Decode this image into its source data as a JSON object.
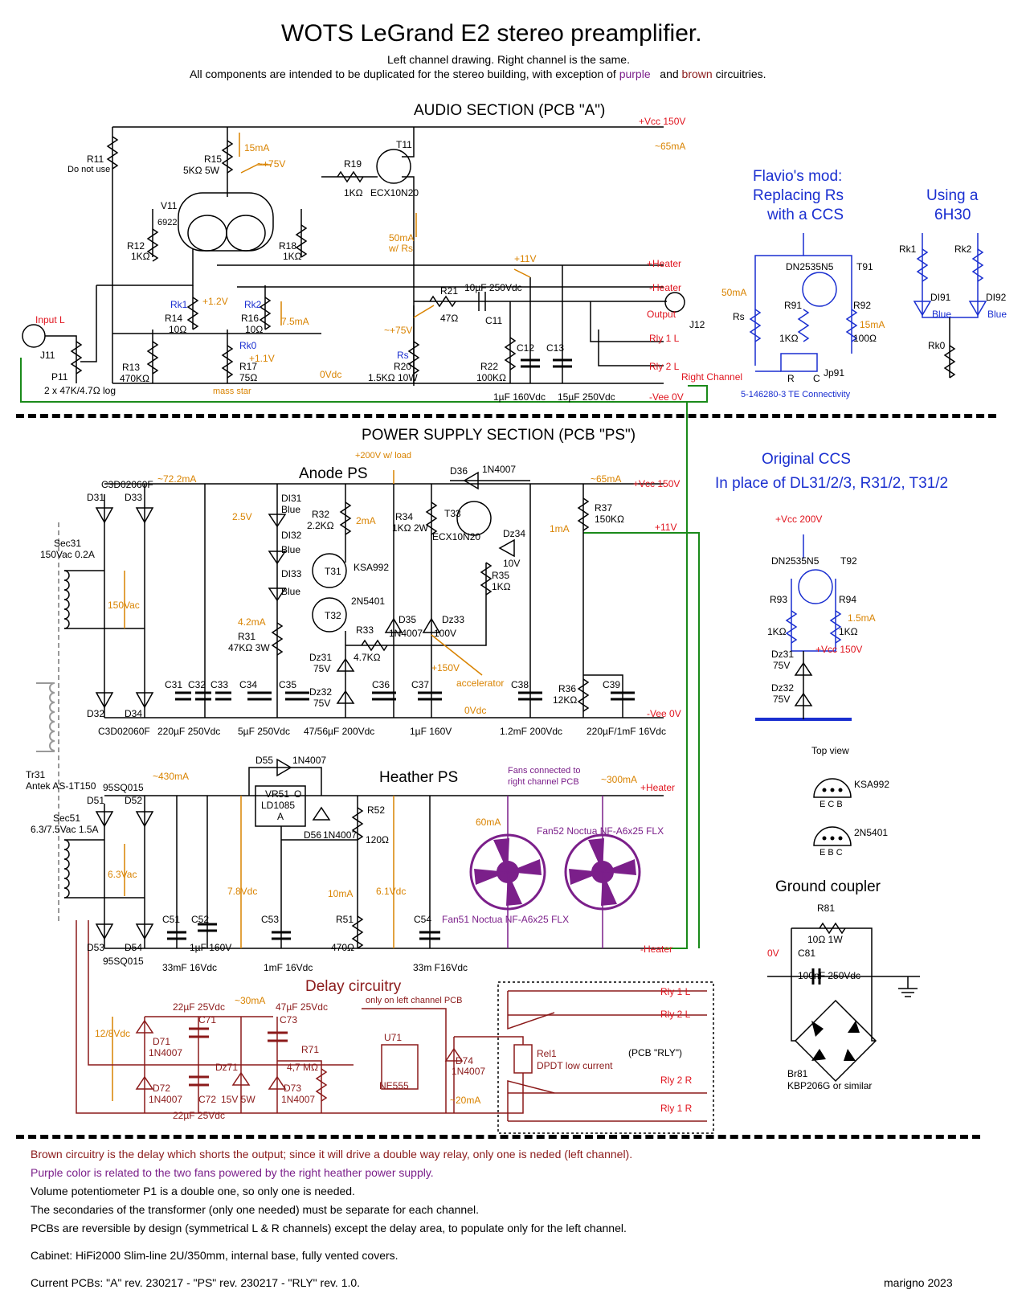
{
  "header": {
    "title": "WOTS LeGrand E2 stereo preamplifier.",
    "subtitle1": "Left channel drawing. Right channel is the same.",
    "subtitle2_a": "All components are intended to be duplicated for the stereo building, with exception of",
    "subtitle2_purple": "purple",
    "subtitle2_and": "and",
    "subtitle2_brown": "brown",
    "subtitle2_end": "circuitries."
  },
  "audio": {
    "title": "AUDIO SECTION (PCB \"A\")",
    "vcc": "+Vcc 150V",
    "vcc_ma": "~65mA",
    "r11": "R11",
    "r11_note": "Do not use",
    "r15": "R15",
    "r15_val": "5KΩ 5W",
    "r15_ma": "15mA",
    "r15_v": "~+75V",
    "r19": "R19",
    "r19_val": "1KΩ",
    "t11": "T11",
    "t11_val": "ECX10N20",
    "v11": "V11",
    "v11_val": "6922",
    "r12": "R12",
    "r12_val": "1KΩ",
    "r18": "R18",
    "r18_val": "1KΩ",
    "ma50": "50mA",
    "ma50_b": "w/ Rs",
    "v11p": "+11V",
    "heater_p": "+Heater",
    "heater_m": "-Heater",
    "rk1": "Rk1",
    "rk2": "Rk2",
    "v12": "+1.2V",
    "r14": "R14",
    "r14_val": "10Ω",
    "r16": "R16",
    "r16_val": "10Ω",
    "ma75": "7.5mA",
    "r21": "R21",
    "r21_val": "47Ω",
    "c11": "C11",
    "c11_val": "10µF 250Vdc",
    "output": "Output",
    "j12": "J12",
    "v75b": "~+75V",
    "input": "Input L",
    "j11": "J11",
    "p11": "P11",
    "p11_val": "2 x 47K/4.7Ω log",
    "rk0": "Rk0",
    "v11b": "+1.1V",
    "r17": "R17",
    "r17_val": "75Ω",
    "r13": "R13",
    "r13_val": "470KΩ",
    "mass": "mass star",
    "ovdc": "0Vdc",
    "rs": "Rs",
    "r20": "R20",
    "r20_val": "1.5KΩ 10W",
    "r22": "R22",
    "r22_val": "100KΩ",
    "c12": "C12",
    "c13": "C13",
    "c12_val": "1µF 160Vdc",
    "c13_val": "15µF 250Vdc",
    "rly1l": "Rly 1 L",
    "rly2l": "Rly 2 L",
    "right_channel": "Right Channel",
    "vee": "-Vee 0V"
  },
  "flavio": {
    "t1": "Flavio's mod:",
    "t2": "Replacing Rs",
    "t3": "with a CCS",
    "dn": "DN2535N5",
    "t91": "T91",
    "ma50": "50mA",
    "rs": "Rs",
    "r91": "R91",
    "r92": "R92",
    "r91_val": "1KΩ",
    "r92_val": "100Ω",
    "ma15": "15mA",
    "jp91": "Jp91",
    "r": "R",
    "c": "C",
    "conn": "5-146280-3 TE Connectivity"
  },
  "h630": {
    "t1": "Using a",
    "t2": "6H30",
    "rk1": "Rk1",
    "rk2": "Rk2",
    "di91": "DI91",
    "di92": "DI92",
    "blue1": "Blue",
    "blue2": "Blue",
    "rk0": "Rk0"
  },
  "ps": {
    "title": "POWER SUPPLY SECTION (PCB \"PS\")",
    "anode": "Anode PS",
    "v200": "+200V w/ load",
    "d31": "D31",
    "d33": "D33",
    "d32": "D32",
    "d34": "D34",
    "c3d": "C3D02060F",
    "c3d2": "C3D02060F",
    "ma722": "~72.2mA",
    "sec31": "Sec31",
    "sec31_val": "150Vac 0.2A",
    "vac150": "150Vac",
    "di31": "DI31",
    "di32": "DI32",
    "di33": "DI33",
    "blue": "Blue",
    "v25": "2.5V",
    "r32": "R32",
    "r32_val": "2.2KΩ",
    "ma2": "2mA",
    "t31": "T31",
    "ksa992": "KSA992",
    "t32": "T32",
    "n5401": "2N5401",
    "ma42": "4.2mA",
    "r31": "R31",
    "r31_val": "47KΩ 3W",
    "r33": "R33",
    "r33_val": "4.7KΩ",
    "dz31": "Dz31",
    "dz31_val": "75V",
    "dz32": "Dz32",
    "dz32_val": "75V",
    "d36": "D36",
    "d36_val": "1N4007",
    "t33": "T33",
    "ecx": "ECX10N20",
    "r34": "R34",
    "r34_val": "1KΩ 2W",
    "dz34": "Dz34",
    "dz34_val": "10V",
    "r35": "R35",
    "r35_val": "1KΩ",
    "d35": "D35",
    "d35_val": "1N4007",
    "dz33": "Dz33",
    "dz33_val": "100V",
    "v150": "+150V",
    "accel": "accelerator",
    "ma65": "~65mA",
    "vcc150": "+Vcc 150V",
    "r37": "R37",
    "r37_val": "150KΩ",
    "ma1": "1mA",
    "v11": "+11V",
    "c31": "C31",
    "c32": "C32",
    "c33": "C33",
    "c34": "C34",
    "c35": "C35",
    "c36": "C36",
    "c37": "C37",
    "c38": "C38",
    "c39": "C39",
    "r36": "R36",
    "r36_val": "12KΩ",
    "ovdc": "0Vdc",
    "vee": "-Vee 0V",
    "cap1": "220µF 250Vdc",
    "cap2": "5µF 250Vdc",
    "cap3": "47/56µF 200Vdc",
    "cap4": "1µF 160V",
    "cap5": "1.2mF 200Vdc",
    "cap6": "220µF/1mF 16Vdc"
  },
  "heater": {
    "title": "Heather PS",
    "tr31": "Tr31",
    "antek": "Antek AS-1T150",
    "d51": "D51",
    "d52": "D52",
    "d53": "D53",
    "d54": "D54",
    "sq1": "95SQ015",
    "sq2": "95SQ015",
    "sec51": "Sec51",
    "sec51_val": "6.3/7.5Vac 1.5A",
    "vac63": "6.3Vac",
    "ma430": "~430mA",
    "d55": "D55",
    "d55_val": "1N4007",
    "vr51": "VR51",
    "ld": "LD1085",
    "o": "O",
    "a": "A",
    "d56": "D56",
    "d56_val": "1N4007",
    "r52": "R52",
    "r52_val": "120Ω",
    "v78": "7.8Vdc",
    "v61": "6.1Vdc",
    "ma10": "10mA",
    "r51": "R51",
    "r51_val": "470Ω",
    "c51": "C51",
    "c52": "C52",
    "c53": "C53",
    "c54": "C54",
    "c52_val": "1µF 160V",
    "cap1": "33mF 16Vdc",
    "cap2": "1mF 16Vdc",
    "cap3": "33m F16Vdc",
    "fans": "Fans connected to",
    "fans2": "right channel PCB",
    "ma300": "~300mA",
    "heater_p": "+Heater",
    "heater_m": "-Heater",
    "ma60": "60mA",
    "fan52": "Fan52  Noctua NF-A6x25 FLX",
    "fan51": "Fan51  Noctua NF-A6x25 FLX"
  },
  "ccs": {
    "t1": "Original CCS",
    "t2": "In place of DL31/2/3, R31/2, T31/2",
    "vcc200": "+Vcc 200V",
    "dn": "DN2535N5",
    "t92": "T92",
    "r93": "R93",
    "r94": "R94",
    "r93_val": "1KΩ",
    "r94_val": "1KΩ",
    "ma15": "1.5mA",
    "vcc150": "+Vcc 150V",
    "dz31": "Dz31",
    "dz31_val": "75V",
    "dz32": "Dz32",
    "dz32_val": "75V"
  },
  "topview": {
    "title": "Top view",
    "ksa": "KSA992",
    "ksa_pins": "E C B",
    "n5401": "2N5401",
    "n_pins": "E B C"
  },
  "coupler": {
    "title": "Ground coupler",
    "r81": "R81",
    "r81_val": "10Ω 1W",
    "ov": "0V",
    "c81": "C81",
    "c81_val": "100nF 250Vdc",
    "br81": "Br81",
    "br81_val": "KBP206G or similar"
  },
  "delay": {
    "title": "Delay circuitry",
    "subtitle": "only on left channel PCB",
    "c71_val": "22µF 25Vdc",
    "c71": "C71",
    "ma30": "~30mA",
    "c73_val": "47µF 25Vdc",
    "c73": "C73",
    "vdc12": "12/8Vdc",
    "d71": "D71",
    "d71_val": "1N4007",
    "d72": "D72",
    "d72_val": "1N4007",
    "c72": "C72",
    "c72_val": "22µF 25Vdc",
    "dz71": "Dz71",
    "dz71_val": "15V 5W",
    "r71": "R71",
    "r71_val": "4,7 MΩ",
    "d73": "D73",
    "d73_val": "1N4007",
    "u71": "U71",
    "ne555": "NE555",
    "d74": "D74",
    "d74_val": "1N4007",
    "ma20": "~20mA",
    "rel1": "Rel1",
    "rel1_val": "DPDT low current",
    "pcb": "(PCB \"RLY\")",
    "rly1l": "Rly 1 L",
    "rly2l": "Rly 2 L",
    "rly2r": "Rly 2 R",
    "rly1r": "Rly 1 R"
  },
  "notes": {
    "n1": "Brown circuitry is the delay which shorts the output; since it will drive a double way relay, only one is neded (left channel).",
    "n2": "Purple color is related to the two fans powered by the right heather power supply.",
    "n3": "Volume potentiometer P1 is a double one, so only one is needed.",
    "n4": "The secondaries of the transformer (only one needed) must be separate for each channel.",
    "n5": "PCBs are reversible by design (symmetrical L & R channels) except the delay area, to populate only for the left channel.",
    "n6": "Cabinet: HiFi2000 Slim-line 2U/350mm, internal base, fully vented covers.",
    "n7": "Current PCBs: \"A\" rev. 230217 - \"PS\" rev. 230217 - \"RLY\" rev. 1.0.",
    "author": "marigno 2023"
  }
}
